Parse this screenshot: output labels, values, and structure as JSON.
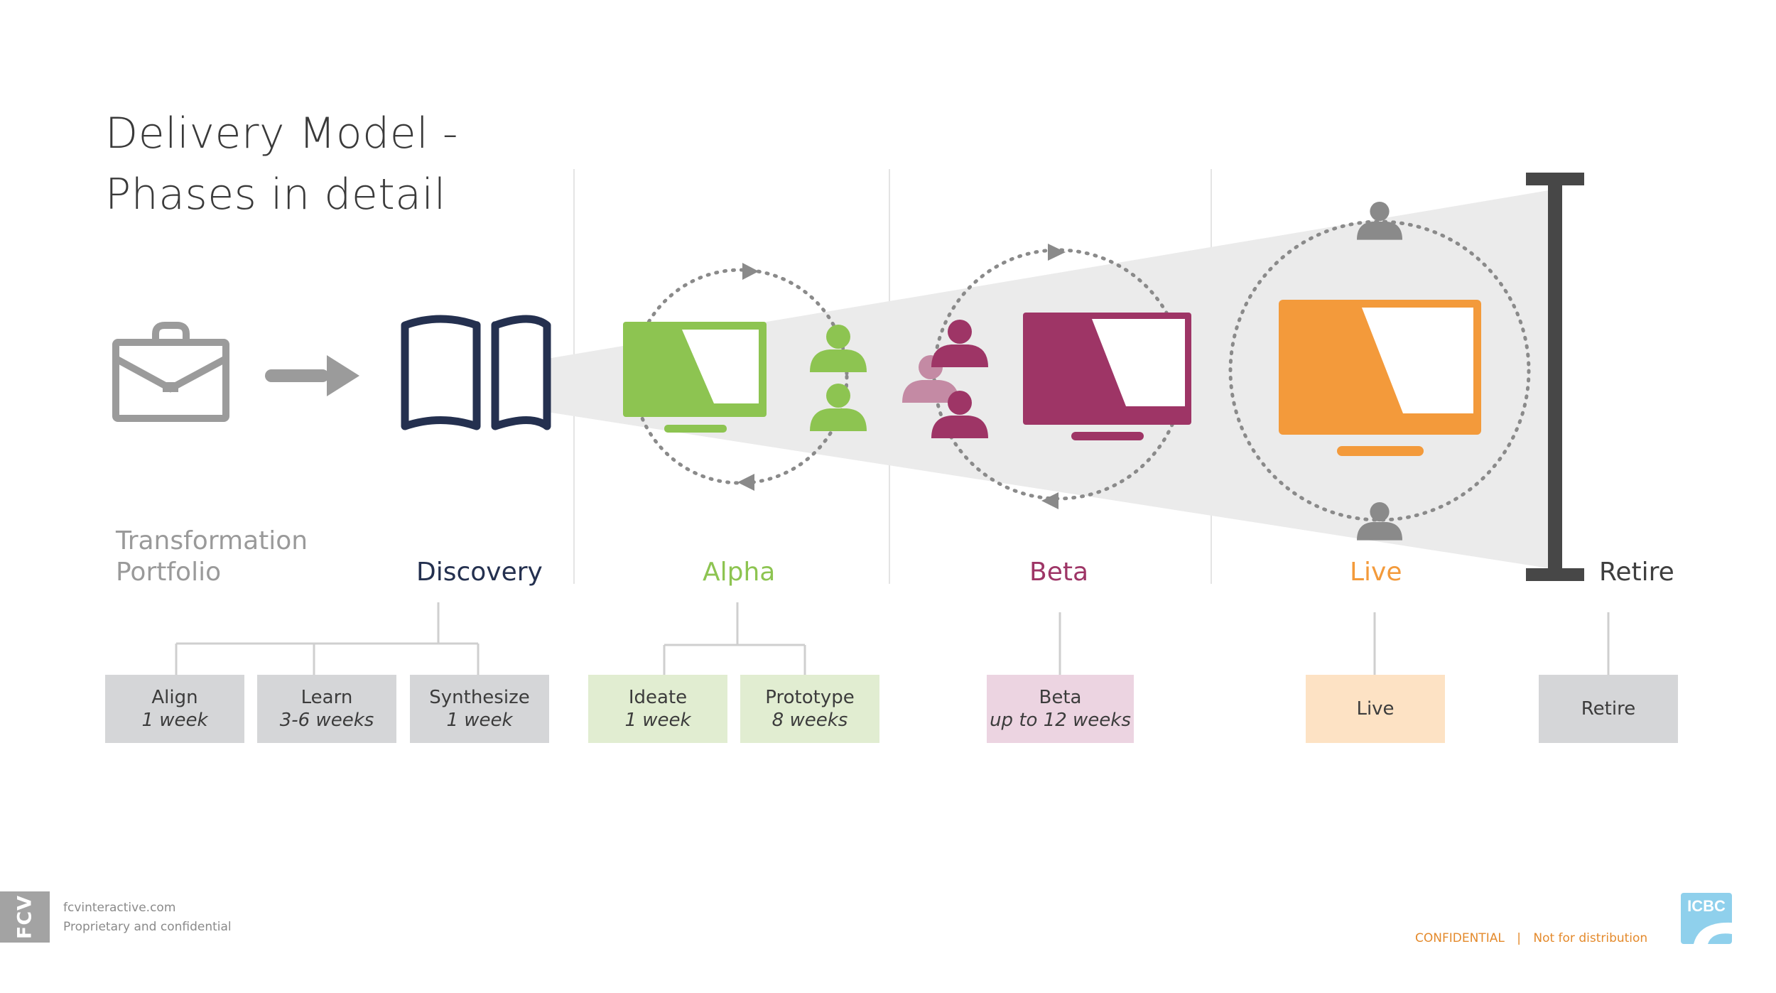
{
  "title": {
    "line1": "Delivery Model -",
    "line2": "Phases in detail"
  },
  "phases": {
    "portfolio": {
      "line1": "Transformation",
      "line2": "Portfolio",
      "color": "#9a9a9a"
    },
    "discovery": {
      "label": "Discovery",
      "color": "#24304f"
    },
    "alpha": {
      "label": "Alpha",
      "color": "#8dc451"
    },
    "beta": {
      "label": "Beta",
      "color": "#9e3566"
    },
    "live": {
      "label": "Live",
      "color": "#f39a3b"
    },
    "retire": {
      "label": "Retire",
      "color": "#3f3f3f"
    }
  },
  "steps": {
    "align": {
      "name": "Align",
      "duration": "1 week",
      "fill": "#d5d6d8"
    },
    "learn": {
      "name": "Learn",
      "duration": "3-6 weeks",
      "fill": "#d5d6d8"
    },
    "synthesize": {
      "name": "Synthesize",
      "duration": "1 week",
      "fill": "#d5d6d8"
    },
    "ideate": {
      "name": "Ideate",
      "duration": "1 week",
      "fill": "#e1edd1"
    },
    "prototype": {
      "name": "Prototype",
      "duration": "8 weeks",
      "fill": "#e1edd1"
    },
    "beta": {
      "name": "Beta",
      "duration": "up to 12 weeks",
      "fill": "#ecd4e1"
    },
    "live": {
      "name": "Live",
      "fill": "#fde2c4"
    },
    "retire": {
      "name": "Retire",
      "fill": "#d5d6d8"
    }
  },
  "footer": {
    "fcv_logo": "FCV",
    "website": "fcvinteractive.com",
    "tagline": "Proprietary and confidential",
    "confidential": "CONFIDENTIAL",
    "separator": "|",
    "distribution": "Not for distribution",
    "client_logo": "ICBC"
  },
  "icons": [
    "briefcase-icon",
    "arrow-right-icon",
    "open-book-icon",
    "monitor-icon",
    "person-icon",
    "cycle-arrows-icon",
    "end-bar-icon"
  ]
}
